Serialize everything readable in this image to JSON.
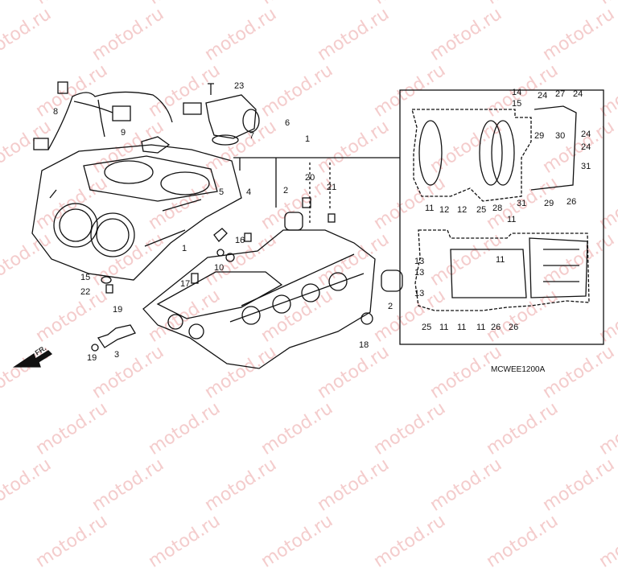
{
  "watermark": "motod.ru",
  "diagram_code": "MCWEE1200A",
  "front_marker": "FR.",
  "callouts": [
    "23",
    "8",
    "9",
    "6",
    "7",
    "1",
    "20",
    "2",
    "21",
    "5",
    "4",
    "16",
    "10",
    "15",
    "22",
    "17",
    "1",
    "19",
    "3",
    "19",
    "2",
    "18",
    "14",
    "15",
    "24",
    "27",
    "24",
    "30",
    "29",
    "24",
    "24",
    "31",
    "31",
    "29",
    "26",
    "11",
    "12",
    "12",
    "25",
    "28",
    "11",
    "13",
    "11",
    "13",
    "13",
    "25",
    "11",
    "11",
    "11",
    "26",
    "26"
  ]
}
